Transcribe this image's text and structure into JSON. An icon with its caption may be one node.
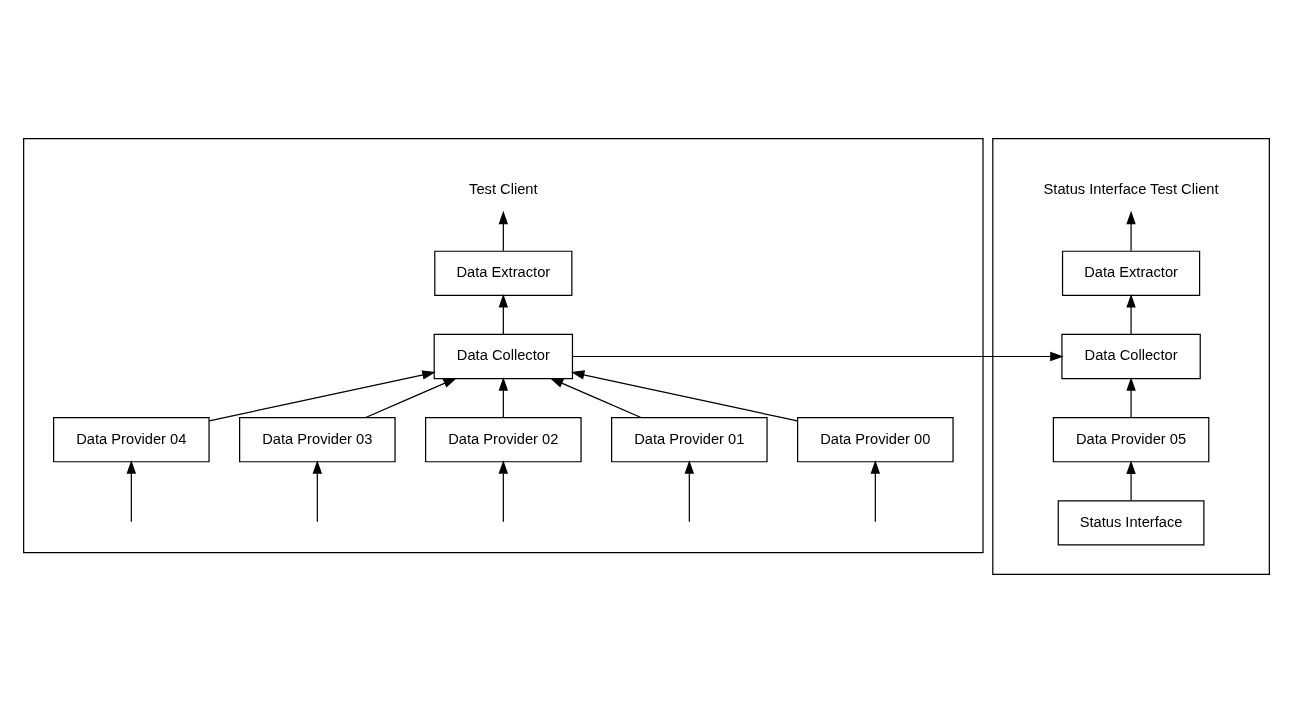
{
  "diagram": {
    "nodes": [
      {
        "text": [],
        "shape": "box"
      },
      {
        "text": [
          "Test Client"
        ],
        "in": 0
      },
      {
        "text": [
          "Data Extractor"
        ],
        "in": 0
      },
      {
        "text": [
          "Data Collector"
        ],
        "in": 0
      },
      {
        "text": [
          "Data Provider 00"
        ],
        "in": 0
      },
      {
        "text": [
          "Data Provider 01"
        ],
        "in": 0
      },
      {
        "text": [
          "Data Provider 02"
        ],
        "in": 0
      },
      {
        "text": [
          "Data Provider 03"
        ],
        "in": 0
      },
      {
        "text": [
          "Data Provider 04"
        ],
        "in": 0
      },
      {
        "text": [],
        "shape": "box"
      },
      {
        "text": [
          "Status Interface Test Client"
        ],
        "in": 9
      },
      {
        "text": [
          "Data Extractor"
        ],
        "in": 9
      },
      {
        "text": [
          "Data Collector"
        ],
        "in": 9
      },
      {
        "text": [
          "Data Provider 05"
        ],
        "in": 9
      },
      {
        "text": [
          "Status Interface"
        ],
        "in": 9
      }
    ],
    "edges": [
      {
        "from": 2,
        "to": 1,
        "arrow": "to"
      },
      {
        "from": 3,
        "to": 2,
        "arrow": "to"
      },
      {
        "from": 4,
        "to": 3,
        "arrow": "to"
      },
      {
        "from": 5,
        "to": 3,
        "arrow": "to"
      },
      {
        "from": 6,
        "to": 3,
        "arrow": "to"
      },
      {
        "from": 7,
        "to": 3,
        "arrow": "to"
      },
      {
        "from": 8,
        "to": 3,
        "arrow": "to"
      },
      {
        "from": null,
        "to": 4,
        "arrow": "to"
      },
      {
        "from": null,
        "to": 5,
        "arrow": "to"
      },
      {
        "from": null,
        "to": 6,
        "arrow": "to"
      },
      {
        "from": null,
        "to": 7,
        "arrow": "to"
      },
      {
        "from": null,
        "to": 8,
        "arrow": "to"
      },
      {
        "from": 3,
        "to": 12,
        "arrow": "to"
      },
      {
        "from": 14,
        "to": 13,
        "arrow": "to"
      },
      {
        "from": 13,
        "to": 12,
        "arrow": "to"
      },
      {
        "from": 12,
        "to": 11,
        "arrow": "to"
      },
      {
        "from": 11,
        "to": 10,
        "arrow": "to"
      }
    ]
  }
}
